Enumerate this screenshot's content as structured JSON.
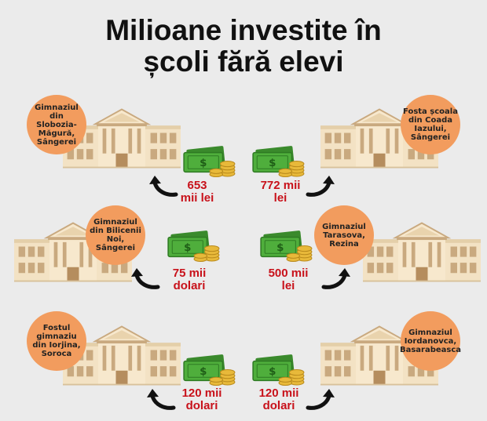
{
  "title": {
    "line1": "Milioane investite în",
    "line2": "școli fără elevi"
  },
  "items": [
    {
      "name": "Gimnaziul din Slobozia-Măgură, Sângerei",
      "amount_line1": "653",
      "amount_line2": "mii lei"
    },
    {
      "name": "Fosta școala din Coada Iazului, Sângerei",
      "amount_line1": "772 mii",
      "amount_line2": "lei"
    },
    {
      "name": "Gimnaziul din Bilicenii Noi, Sângerei",
      "amount_line1": "75 mii",
      "amount_line2": "dolari"
    },
    {
      "name": "Gimnaziul Tarasova, Rezina",
      "amount_line1": "500 mii",
      "amount_line2": "lei"
    },
    {
      "name": "Fostul gimnaziu din Iorjina, Soroca",
      "amount_line1": "120 mii",
      "amount_line2": "dolari"
    },
    {
      "name": "Gimnaziul Iordanovca, Basarabeasca",
      "amount_line1": "120 mii",
      "amount_line2": "dolari"
    }
  ],
  "icons": {
    "school": "school-building-icon",
    "money": "money-stack-icon",
    "arrow": "curved-arrow-icon"
  },
  "colors": {
    "circle": "#f29c5e",
    "amount": "#c8111a",
    "building": "#f2dfbf",
    "money": "#4fae3c"
  }
}
